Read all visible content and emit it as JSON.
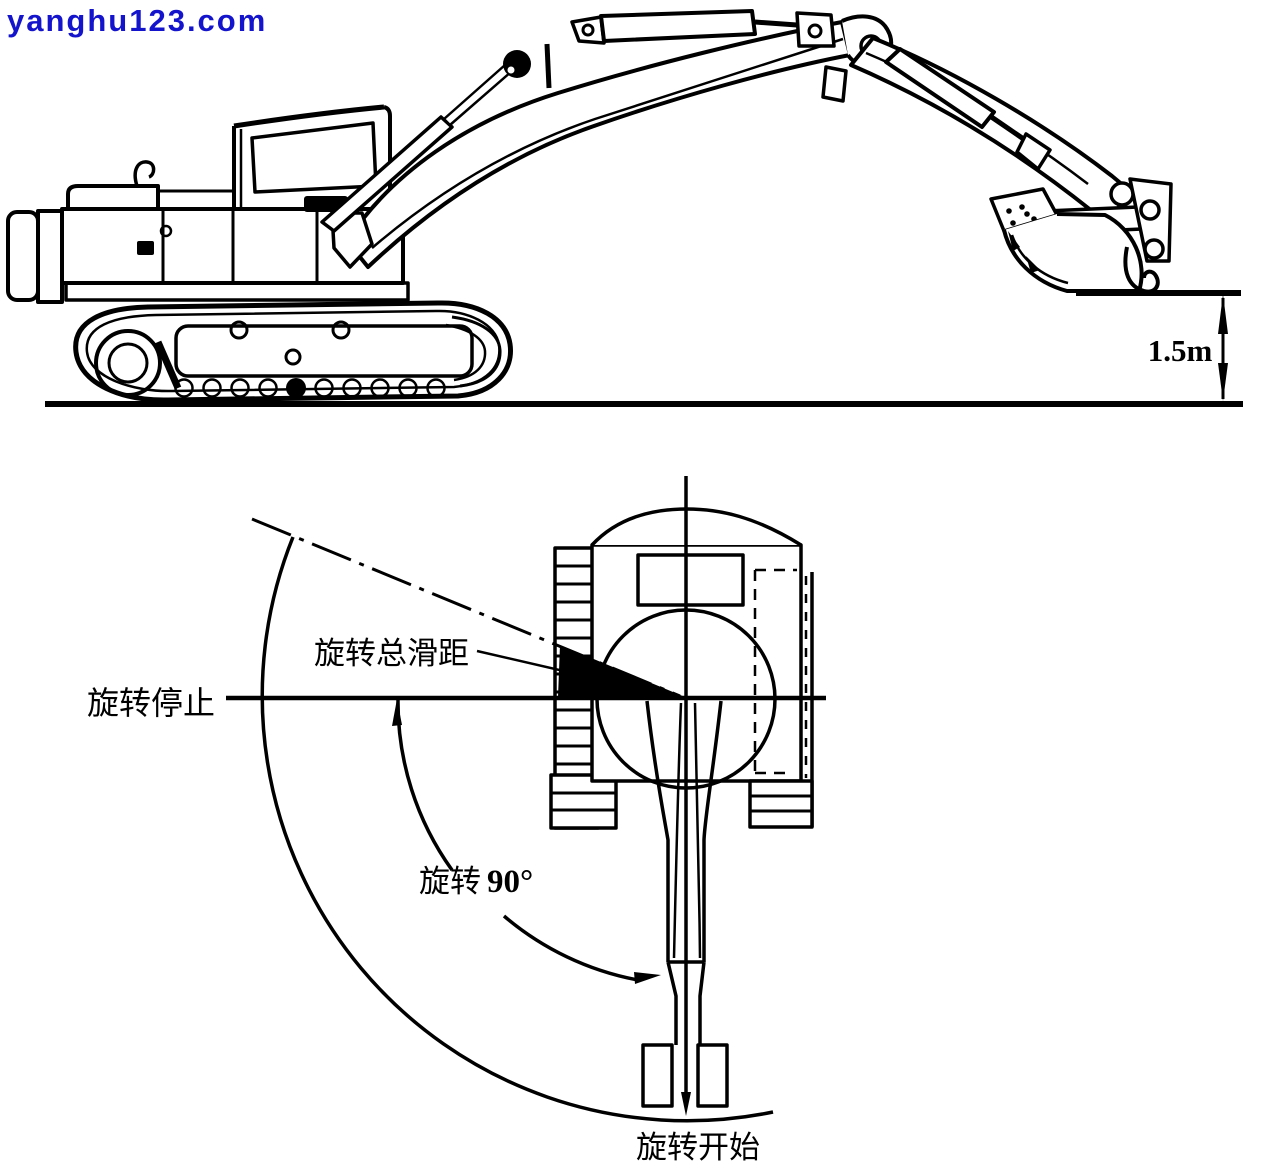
{
  "watermark": {
    "text": "yanghu123.com",
    "color": "#1414cc"
  },
  "side_view": {
    "height_dimension": "1.5m"
  },
  "top_view": {
    "swing_stop_label": "旋转停止",
    "total_slip_label": "旋转总滑距",
    "swing_angle_prefix": "旋转",
    "swing_angle_value": "90°",
    "swing_start_label": "旋转开始"
  },
  "colors": {
    "ink": "#000000",
    "background": "#ffffff",
    "watermark": "#1414cc"
  }
}
